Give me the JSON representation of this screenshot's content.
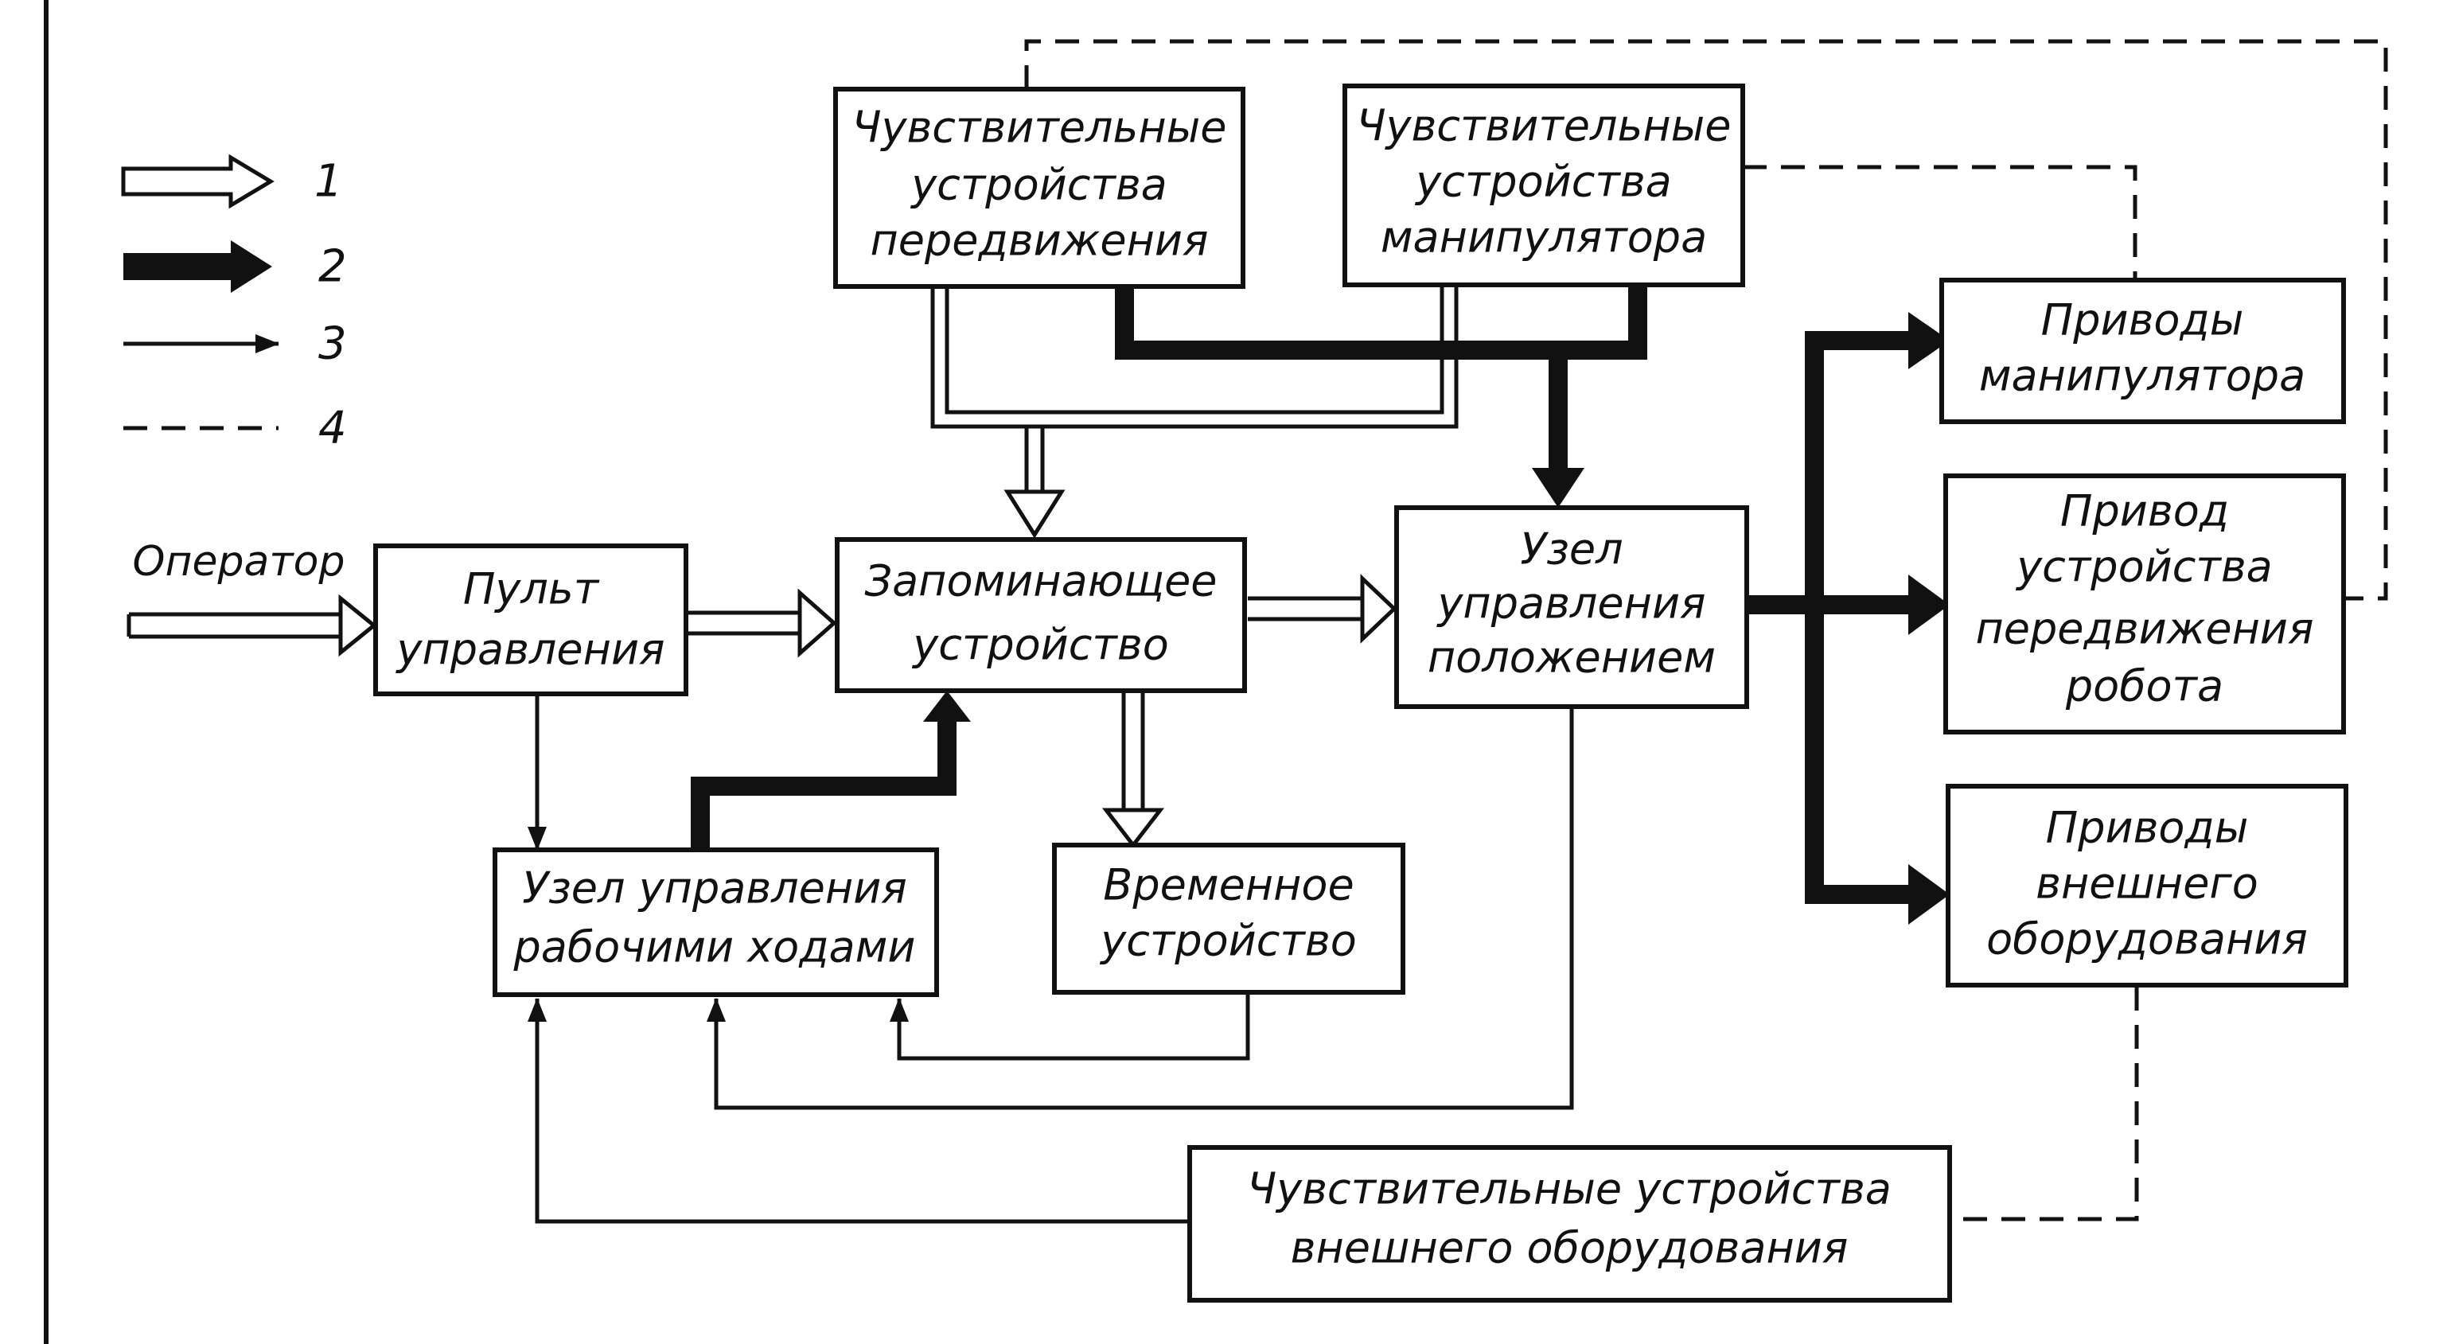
{
  "legend": [
    {
      "number": "1",
      "line_style": "hollow double-line arrow"
    },
    {
      "number": "2",
      "line_style": "thick solid arrow"
    },
    {
      "number": "3",
      "line_style": "thin arrow"
    },
    {
      "number": "4",
      "line_style": "dashed line"
    }
  ],
  "operator_label": "Оператор",
  "nodes": {
    "sensors_movement": [
      "Чувствительные",
      "устройства",
      "передвижения"
    ],
    "sensors_manipulator": [
      "Чувствительные",
      "устройства",
      "манипулятора"
    ],
    "control_panel": [
      "Пульт",
      "управления"
    ],
    "memory": [
      "Запоминающее",
      "устройство"
    ],
    "position_control": [
      "Узел",
      "управления",
      "положением"
    ],
    "drives_manipulator": [
      "Приводы",
      "манипулятора"
    ],
    "drive_movement": [
      "Привод",
      "устройства",
      "передвижения",
      "робота"
    ],
    "drives_external": [
      "Приводы",
      "внешнего",
      "оборудования"
    ],
    "work_stroke_control": [
      "Узел управления",
      "рабочими ходами"
    ],
    "timer_device": [
      "Временное",
      "устройство"
    ],
    "sensors_external": [
      "Чувствительные устройства",
      "внешнего оборудования"
    ]
  },
  "colors": {
    "ink": "#111111",
    "paper": "#ffffff"
  }
}
